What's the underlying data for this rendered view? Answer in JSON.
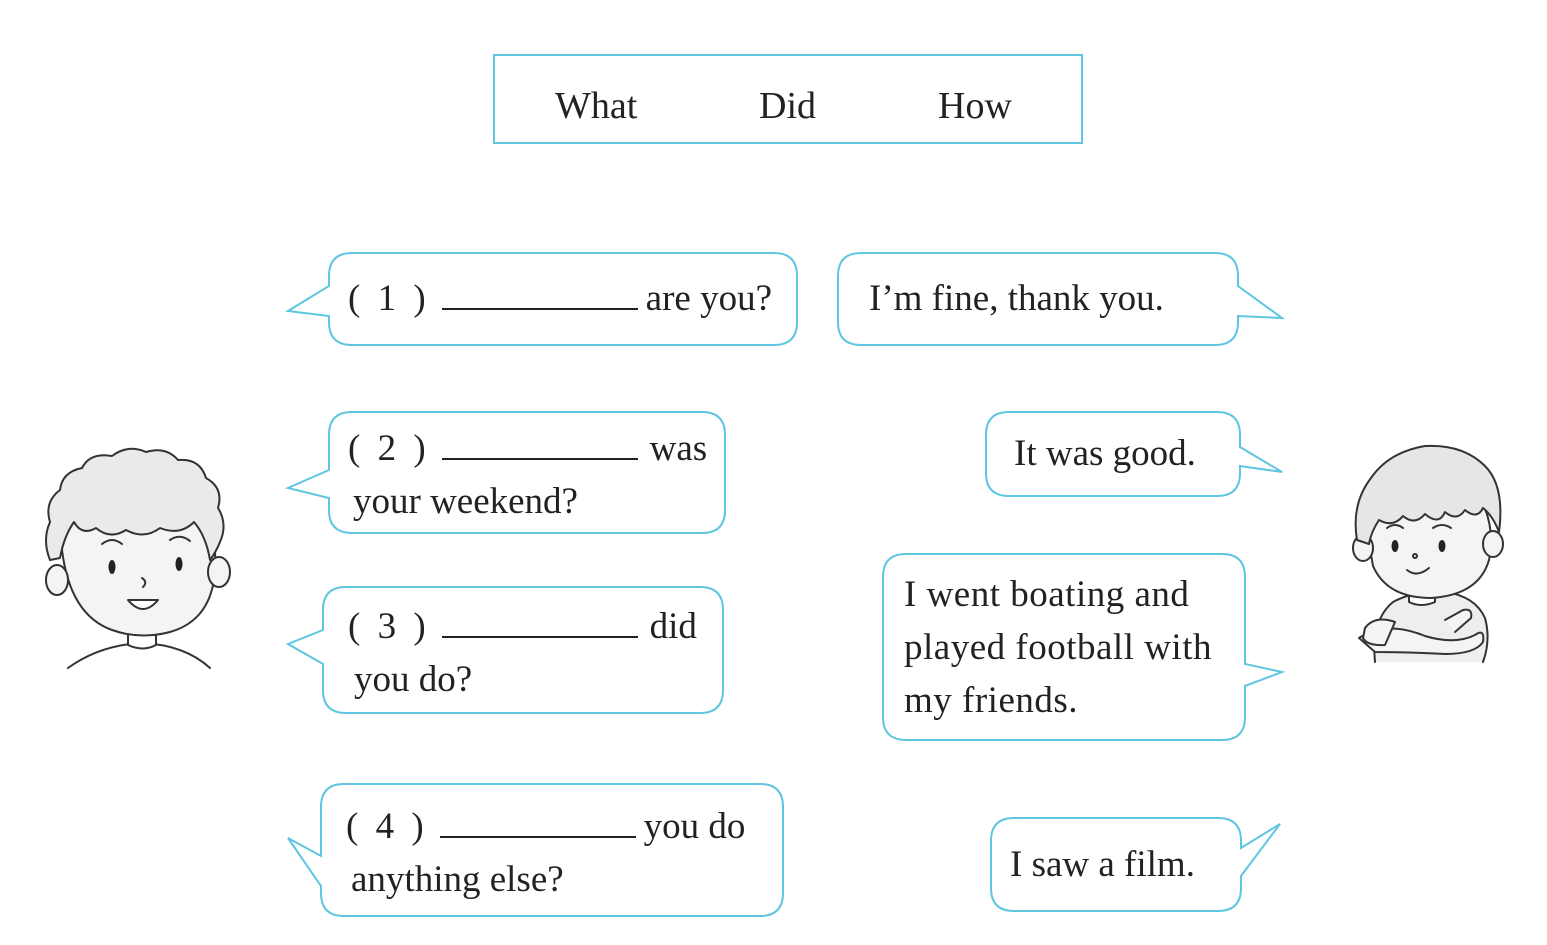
{
  "word_bank": {
    "words": [
      "What",
      "Did",
      "How"
    ]
  },
  "questions": [
    {
      "number": "( 1 )",
      "line1_rest": "are you?",
      "line2": ""
    },
    {
      "number": "( 2 )",
      "line1_rest": "was",
      "line2": "your weekend?"
    },
    {
      "number": "( 3 )",
      "line1_rest": "did",
      "line2": "you do?"
    },
    {
      "number": "( 4 )",
      "line1_rest": "you do",
      "line2": "anything else?"
    }
  ],
  "answers": [
    {
      "lines": [
        "I’m fine, thank you."
      ]
    },
    {
      "lines": [
        "It was good."
      ]
    },
    {
      "lines": [
        "I went boating and",
        "played football with",
        "my friends."
      ]
    },
    {
      "lines": [
        "I saw a film."
      ]
    }
  ],
  "colors": {
    "accent": "#5ec6e0",
    "text": "#222222"
  }
}
